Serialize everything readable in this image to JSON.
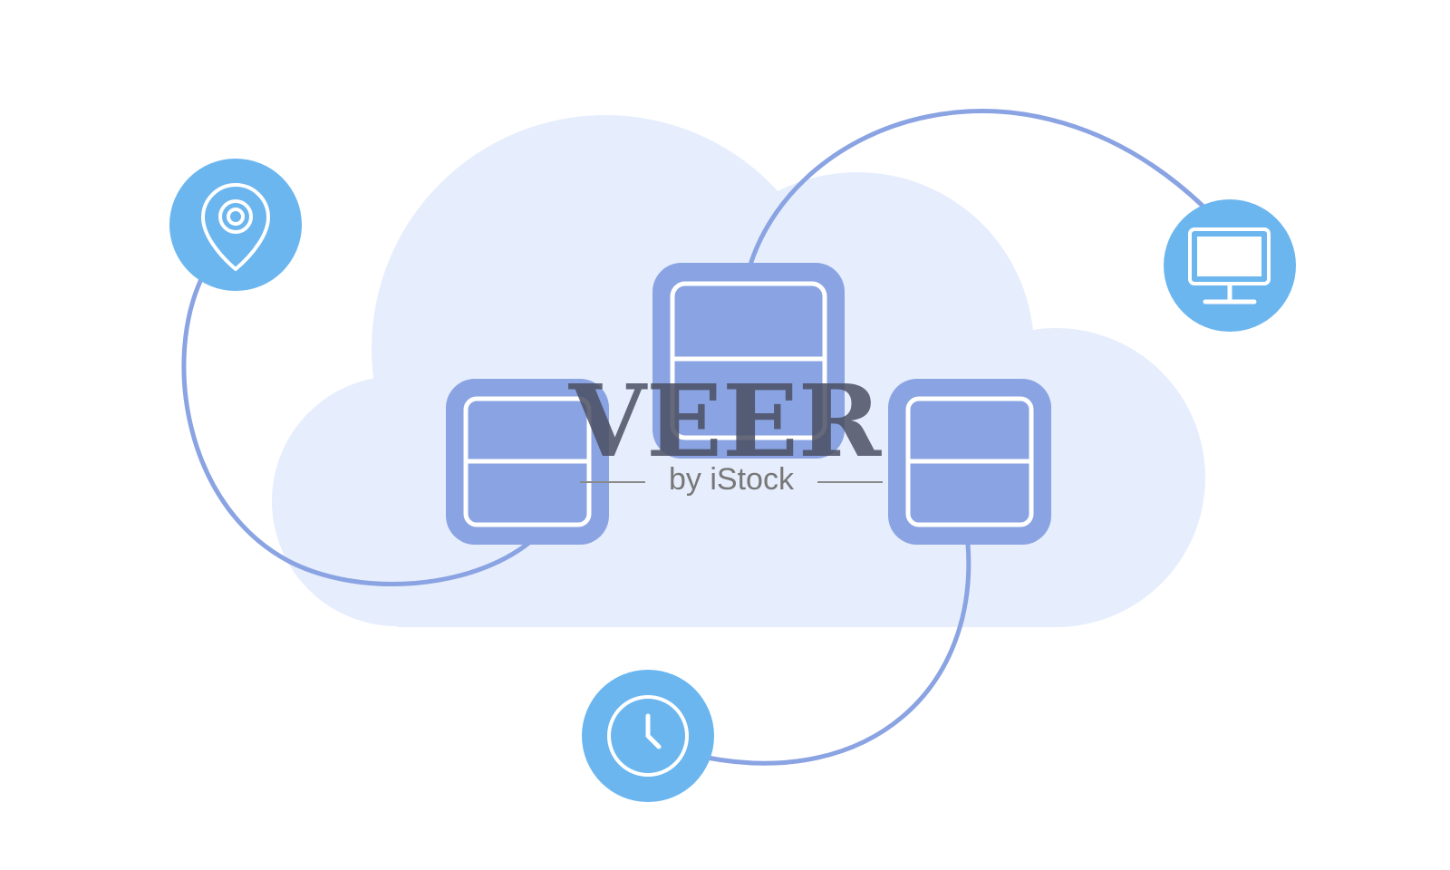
{
  "illustration": {
    "subject": "cloud-network",
    "colors": {
      "background": "#ffffff",
      "cloud": "#e6edfc",
      "connector": "#8aa3e2",
      "server_frame": "#8aa3e2",
      "server_panel": "#8aa3e2",
      "server_inner_stroke": "#ffffff",
      "icon_badge": "#6cb6ef",
      "icon_stroke": "#ffffff"
    },
    "nodes": [
      {
        "id": "location",
        "icon": "location-pin-icon"
      },
      {
        "id": "monitor",
        "icon": "desktop-monitor-icon"
      },
      {
        "id": "clock",
        "icon": "clock-icon"
      }
    ],
    "servers": [
      {
        "id": "server-left",
        "icon": "server-icon"
      },
      {
        "id": "server-top",
        "icon": "server-icon"
      },
      {
        "id": "server-right",
        "icon": "server-icon"
      }
    ]
  },
  "watermark": {
    "brand": "VEER",
    "tagline": "by iStock",
    "brand_color": "#4a4f62",
    "tagline_color": "#777777"
  }
}
